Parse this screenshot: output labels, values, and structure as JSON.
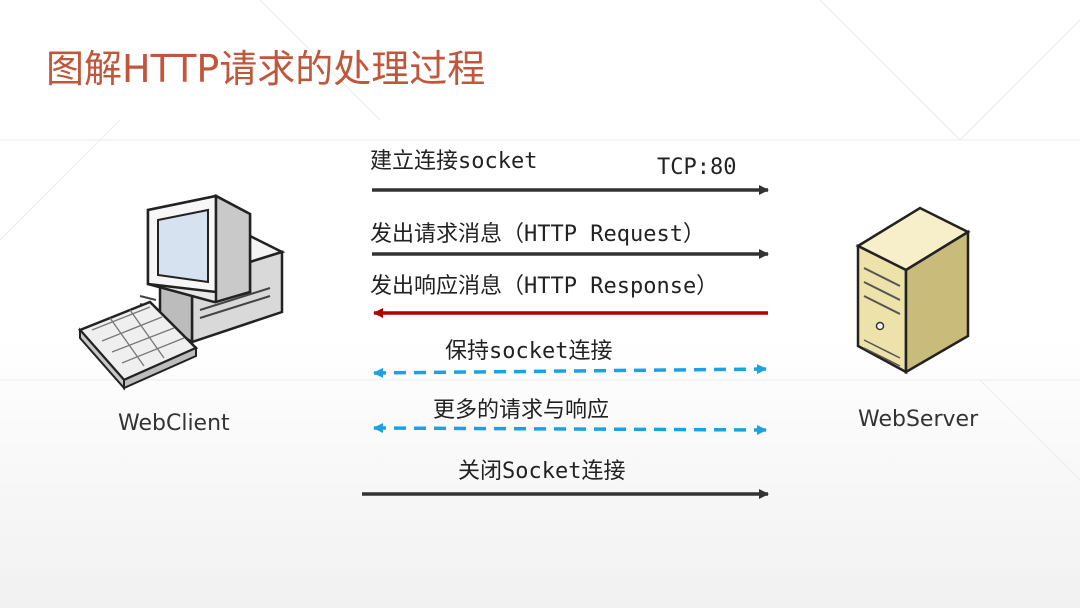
{
  "title": "图解HTTP请求的处理过程",
  "colors": {
    "title": "#c0563b",
    "arrow_dark": "#333333",
    "arrow_red": "#b30000",
    "arrow_dashed": "#1aa3e0"
  },
  "nodes": {
    "client": {
      "label": "WebClient",
      "icon": "desktop-computer-icon"
    },
    "server": {
      "label": "WebServer",
      "icon": "tower-server-icon"
    }
  },
  "messages": [
    {
      "label": "建立连接socket",
      "extra": "TCP:80",
      "direction": "client-to-server",
      "style": "solid-dark"
    },
    {
      "label": "发出请求消息（HTTP Request）",
      "direction": "client-to-server",
      "style": "solid-dark"
    },
    {
      "label": "发出响应消息（HTTP Response）",
      "direction": "server-to-client",
      "style": "solid-red"
    },
    {
      "label": "保持socket连接",
      "direction": "both",
      "style": "dashed-blue"
    },
    {
      "label": "更多的请求与响应",
      "direction": "both",
      "style": "dashed-blue"
    },
    {
      "label": "关闭Socket连接",
      "direction": "client-to-server",
      "style": "solid-dark"
    }
  ]
}
